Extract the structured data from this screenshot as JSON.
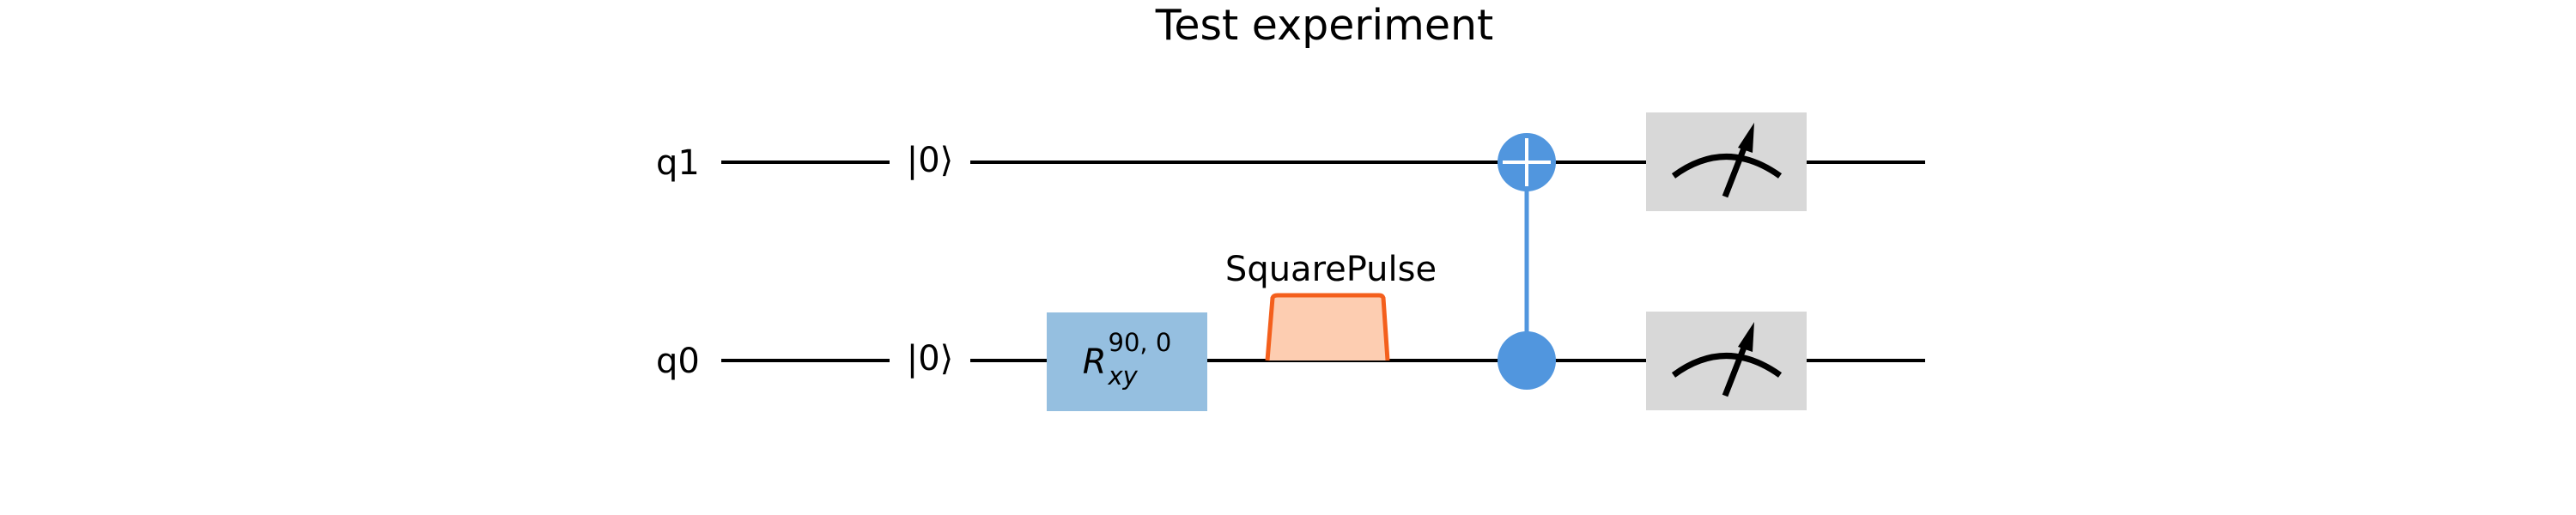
{
  "title": "Test experiment",
  "qubits": [
    {
      "name": "q1",
      "init": "|0⟩"
    },
    {
      "name": "q0",
      "init": "|0⟩"
    }
  ],
  "gates": {
    "rotation": {
      "symbol": "R",
      "subscript": "xy",
      "superscript": "90, 0"
    },
    "pulse": {
      "label": "SquarePulse"
    },
    "cnot": {
      "control": "q0",
      "target": "q1"
    },
    "measure": {
      "qubits": [
        "q1",
        "q0"
      ]
    }
  },
  "colors": {
    "wire": "#000000",
    "rotation_fill": "#95bfe0",
    "pulse_fill": "#fdcdb1",
    "pulse_stroke": "#f45f1c",
    "cnot": "#5196de",
    "measure_fill": "#d8d8d8"
  },
  "icons": [
    "meter-icon",
    "target-plus-icon",
    "control-dot-icon"
  ]
}
